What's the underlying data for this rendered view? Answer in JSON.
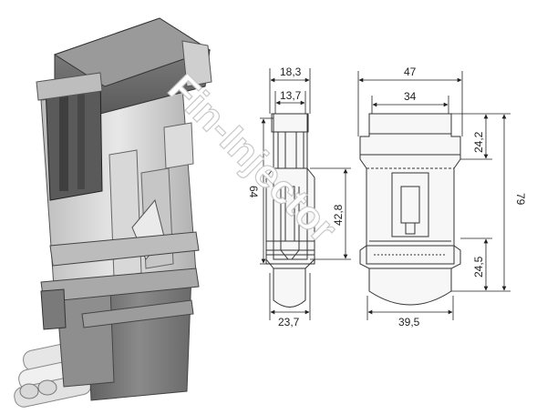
{
  "watermark": "Fin-Injector",
  "dimensions": {
    "side_top_outer": "18,3",
    "side_top_inner": "13,7",
    "side_height": "64",
    "side_inner_height": "42,8",
    "side_bottom": "23,7",
    "front_top_outer": "47",
    "front_top_inner": "34",
    "front_total_height": "79",
    "front_upper": "24,2",
    "front_lower": "24,5",
    "front_bottom": "39,5"
  },
  "colors": {
    "body_dark": "#6f6f6f",
    "body_mid": "#9a9a9a",
    "body_light": "#cfcfcf",
    "line": "#333333",
    "watermark_stroke": "#c8c8c8"
  }
}
